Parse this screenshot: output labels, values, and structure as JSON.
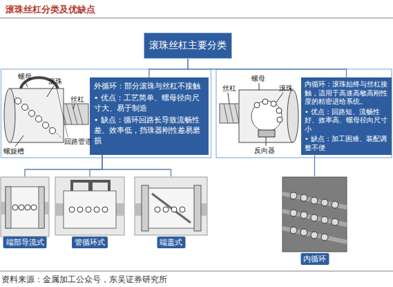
{
  "diagram": {
    "title": "滚珠丝杠分类及优缺点",
    "caption": "资料来源：金属加工公众号，东吴证券研究所",
    "nodes": [
      {
        "text": [
          "滚珠丝杠主要分类"
        ]
      },
      {
        "text": [
          "外循环：部分滚珠与丝杠不接触",
          "• 优点：工艺简单、螺母径向尺寸大、易于制造",
          "• 缺点：循环回路长导致流畅性差、效率低，挡珠器刚性差易磨损"
        ]
      },
      {
        "text": [
          "内循环：滚珠始终与丝杠接触，适用于高速高敏高刚性度的精密进给系统。",
          "• 优点：回路短、流畅性好、效率高、螺母径向尺寸小",
          "• 缺点：加工困难、装配调整不便"
        ]
      },
      {
        "text": [
          "端部导流式"
        ]
      },
      {
        "text": [
          "管循环式"
        ]
      },
      {
        "text": [
          "端盖式"
        ]
      },
      {
        "text": [
          "内循环"
        ]
      }
    ],
    "edges": [
      {
        "from": 0,
        "to": 1,
        "arrow": "none"
      },
      {
        "from": 0,
        "to": 2,
        "arrow": "none"
      },
      {
        "from": 1,
        "to": 3,
        "arrow": "none"
      },
      {
        "from": 1,
        "to": 4,
        "arrow": "none"
      },
      {
        "from": 1,
        "to": 5,
        "arrow": "none"
      },
      {
        "from": 2,
        "to": 6,
        "arrow": "none"
      }
    ],
    "labels": [
      "螺母",
      "滚珠",
      "丝杠",
      "回路管道",
      "螺旋槽",
      "丝杠",
      "螺母",
      "滚珠",
      "反向器"
    ]
  }
}
